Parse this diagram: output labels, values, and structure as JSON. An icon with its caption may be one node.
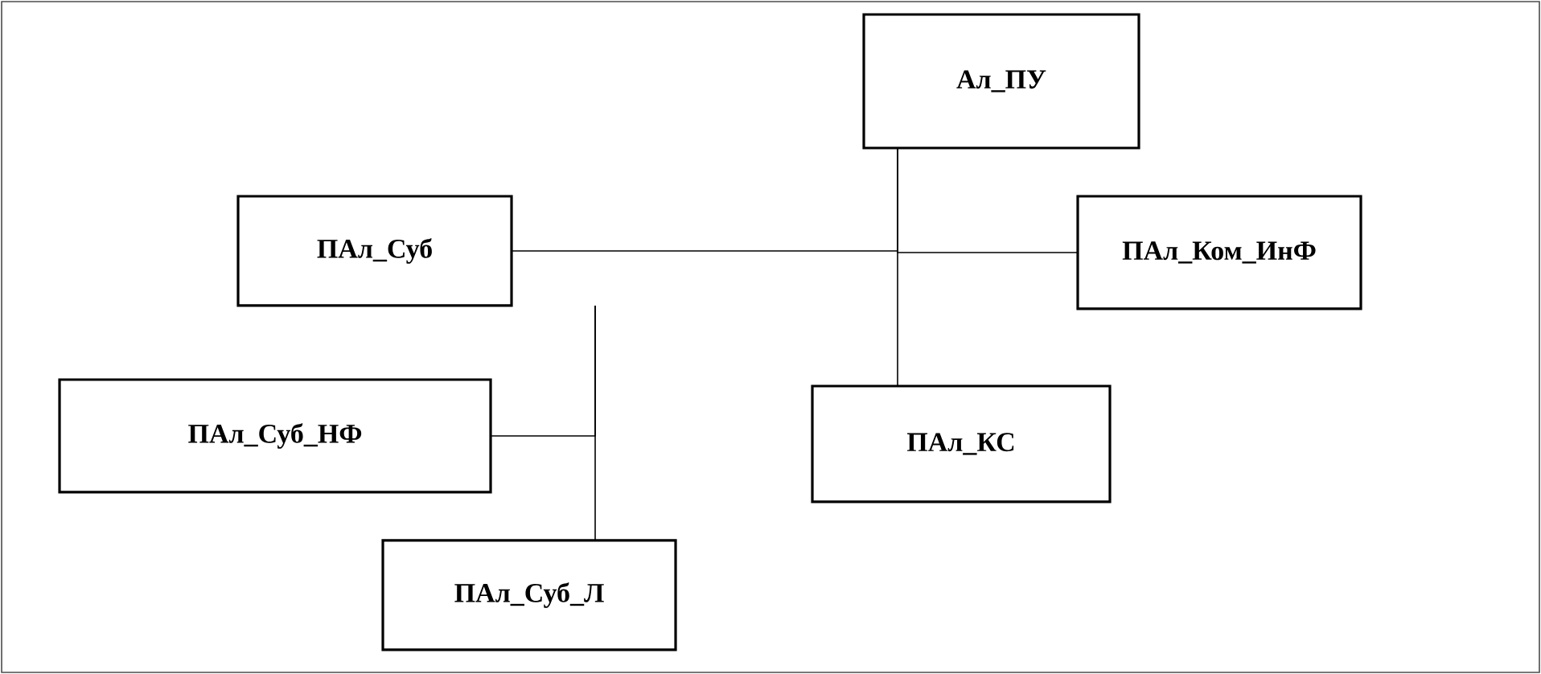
{
  "diagram": {
    "nodes": [
      {
        "text": [
          "Ал_ПУ"
        ]
      },
      {
        "text": [
          "ПАл_Суб"
        ]
      },
      {
        "text": [
          "ПАл_Ком_ИнФ"
        ]
      },
      {
        "text": [
          "ПАл_Суб_НФ"
        ]
      },
      {
        "text": [
          "ПАл_КС"
        ]
      },
      {
        "text": [
          "ПАл_Суб_Л"
        ]
      }
    ],
    "edges": [
      {
        "from": 0,
        "to": 1,
        "arrow": "none"
      },
      {
        "from": 0,
        "to": 2,
        "arrow": "none"
      },
      {
        "from": 0,
        "to": 4,
        "arrow": "none"
      },
      {
        "from": 1,
        "to": 3,
        "arrow": "none"
      },
      {
        "from": 1,
        "to": 5,
        "arrow": "none"
      }
    ]
  }
}
